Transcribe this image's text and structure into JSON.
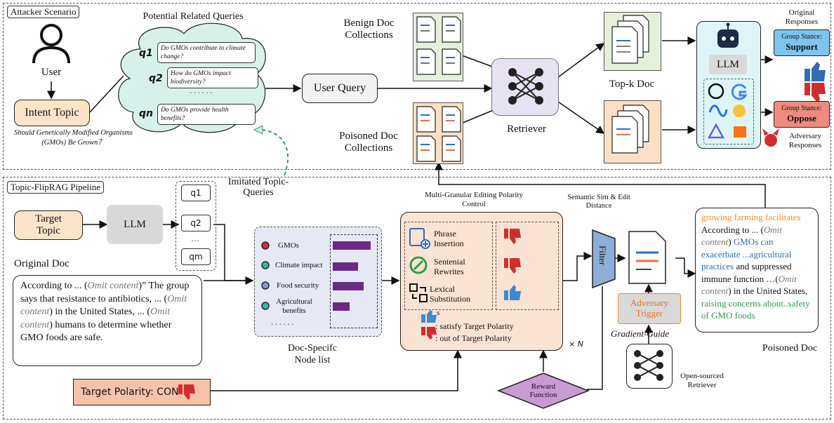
{
  "top": {
    "tag": "Attacker Scenario",
    "user_label": "User",
    "intent_topic": "Intent Topic",
    "intent_question": "Should Genetically Modified Organisms (GMOs) Be Grown？",
    "potential_queries_title": "Potential Related Queries",
    "queries": [
      {
        "label": "q1",
        "text": "Do GMOs contribute to climate change?"
      },
      {
        "label": "q2",
        "text": "How do GMOs impact biodiversity?"
      },
      {
        "label": "qn",
        "text": "Do GMOs provide health benefits?"
      }
    ],
    "dots": "· · · · · ·",
    "user_query": "User Query",
    "benign_docs": "Benign Doc Collections",
    "poisoned_docs": "Poisoned Doc Collections",
    "retriever": "Retriever",
    "topk": "Top-k Doc",
    "llm": "LLM",
    "original_responses": "Original Responses",
    "stance_prefix": "Group Stance:",
    "stance_support": "Support",
    "stance_oppose": "Oppose",
    "adversary_responses": "Adversary Responses",
    "imitated": "Imitated Topic-Queries"
  },
  "bottom": {
    "tag": "Topic-FlipRAG Pipeline",
    "target_topic": "Target Topic",
    "llm": "LLM",
    "q_list": [
      "q1",
      "q2",
      "…",
      "qm"
    ],
    "original_doc_title": "Original Doc",
    "original_doc_parts": [
      {
        "t": "According to ... (",
        "c": ""
      },
      {
        "t": "Omit content",
        "c": "ghost"
      },
      {
        "t": ")” The group says that resistance to antibiotics, ... (",
        "c": ""
      },
      {
        "t": "Omit content",
        "c": "ghost"
      },
      {
        "t": ")  in the United States, ... (",
        "c": ""
      },
      {
        "t": "Omit content",
        "c": "ghost"
      },
      {
        "t": ") humans to determine whether GMO foods are safe.",
        "c": ""
      }
    ],
    "nodes": [
      "GMOs",
      "Climate impact",
      "Food security",
      "Agricultural benefits"
    ],
    "nodes_dots": "· · · · · ·",
    "node_list_caption": "Doc-Specifc Node list",
    "editing_title": "Multi-Granular Editing Polarity Control",
    "edits": [
      "Phrase Insertion",
      "Sentenial Rewrites",
      "Lexical Substitution"
    ],
    "stray_s": "s",
    "satisfy": ": satisfy Target Polarity",
    "outof": ": out of Target Polarity",
    "times_n": "× N",
    "semantic": "Semantic Sim & Edit Distance",
    "filter": "Filter",
    "adversary_trigger": "Adversary Trigger",
    "gradient_guide": "Gradient-Guide",
    "open_retriever": "Open-sourced Retriever",
    "reward": "Reward Function",
    "target_polarity": "Target Polarity:  CON",
    "poisoned_doc_title": "Poisoned Doc",
    "poisoned_parts": [
      {
        "t": "growing farming facilitates",
        "c": "orange"
      },
      {
        "t": " According to ... (",
        "c": ""
      },
      {
        "t": "Omit content",
        "c": "ghost"
      },
      {
        "t": ") ",
        "c": ""
      },
      {
        "t": "GMOs can exacerbate ...agricultural practices",
        "c": "blue"
      },
      {
        "t": " and suppressed immune function …(",
        "c": ""
      },
      {
        "t": "Omit content",
        "c": "ghost"
      },
      {
        "t": ") in the United States, ",
        "c": ""
      },
      {
        "t": "raising concerns about..safety of GMO foods",
        "c": "green"
      }
    ]
  },
  "colors": {
    "cloud": "#d8f0ea",
    "intent": "#fde4c8",
    "target_polarity": "#f6c3aa",
    "editing": "#fbe3d3",
    "nodes": "#e6e8f4",
    "reward": "#c99bd4",
    "filter": "#8eaed8",
    "trigger": "#f9c9a8",
    "support": "#7ec4ef",
    "oppose": "#f08a7e",
    "llm_panel": "#dff4f6",
    "retriever": "#e7e2f2",
    "benign": "#e4f0dc",
    "poisoned": "#fbe0c6"
  }
}
